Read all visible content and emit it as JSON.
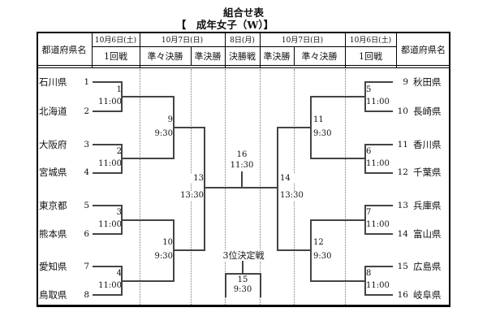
{
  "title": "組合せ表",
  "subtitle": "【　成年女子（W）】",
  "header": {
    "prefecture_left": "都道府県名",
    "prefecture_right": "都道府県名",
    "dates": {
      "r1_left": "10月6日(土)",
      "qf_sf_left": "10月7日(日)",
      "final_day": "8日(月)",
      "qf_sf_right": "10月7日(日)",
      "r1_right": "10月6日(土)"
    },
    "rounds": {
      "r1_left": "1回戦",
      "qf_left": "準々決勝",
      "sf_left": "準決勝",
      "final": "決勝戦",
      "sf_right": "準決勝",
      "qf_right": "準々決勝",
      "r1_right": "1回戦"
    }
  },
  "teams_left": [
    {
      "seed": "1",
      "name": "石川県"
    },
    {
      "seed": "2",
      "name": "北海道"
    },
    {
      "seed": "3",
      "name": "大阪府"
    },
    {
      "seed": "4",
      "name": "宮城県"
    },
    {
      "seed": "5",
      "name": "東京都"
    },
    {
      "seed": "6",
      "name": "熊本県"
    },
    {
      "seed": "7",
      "name": "愛知県"
    },
    {
      "seed": "8",
      "name": "鳥取県"
    }
  ],
  "teams_right": [
    {
      "seed": "9",
      "name": "秋田県"
    },
    {
      "seed": "10",
      "name": "長崎県"
    },
    {
      "seed": "11",
      "name": "香川県"
    },
    {
      "seed": "12",
      "name": "千葉県"
    },
    {
      "seed": "13",
      "name": "兵庫県"
    },
    {
      "seed": "14",
      "name": "富山県"
    },
    {
      "seed": "15",
      "name": "広島県"
    },
    {
      "seed": "16",
      "name": "岐阜県"
    }
  ],
  "matches": {
    "m1": {
      "no": "1",
      "time": "11:00"
    },
    "m2": {
      "no": "2",
      "time": "11:00"
    },
    "m3": {
      "no": "3",
      "time": "11:00"
    },
    "m4": {
      "no": "4",
      "time": "11:00"
    },
    "m5": {
      "no": "5",
      "time": "11:00"
    },
    "m6": {
      "no": "6",
      "time": "11:00"
    },
    "m7": {
      "no": "7",
      "time": "11:00"
    },
    "m8": {
      "no": "8",
      "time": "11:00"
    },
    "m9": {
      "no": "9",
      "time": "9:30"
    },
    "m10": {
      "no": "10",
      "time": "9:30"
    },
    "m11": {
      "no": "11",
      "time": "9:30"
    },
    "m12": {
      "no": "12",
      "time": "9:30"
    },
    "m13": {
      "no": "13",
      "time": "13:30"
    },
    "m14": {
      "no": "14",
      "time": "13:30"
    },
    "m15": {
      "no": "15",
      "time": "9:30"
    },
    "m16": {
      "no": "16",
      "time": "11:30"
    }
  },
  "third_place_label": "3位決定戦"
}
